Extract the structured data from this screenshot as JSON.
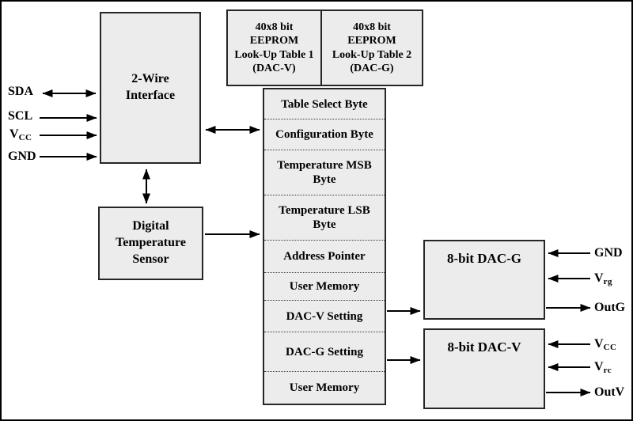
{
  "colors": {
    "frame": "#000000",
    "background": "#ffffff",
    "block_fill": "#ececec",
    "block_border": "#262626",
    "line": "#000000"
  },
  "blocks": {
    "two_wire_interface": "2-Wire\nInterface",
    "eeprom_lut1": "40x8 bit\nEEPROM\nLook-Up Table 1\n(DAC-V)",
    "eeprom_lut2": "40x8 bit\nEEPROM\nLook-Up Table 2\n(DAC-G)",
    "temperature_sensor": "Digital\nTemperature\nSensor",
    "dac_g": "8-bit DAC-G",
    "dac_v": "8-bit DAC-V"
  },
  "register_stack": {
    "rows": [
      "Table Select Byte",
      "Configuration Byte",
      "Temperature MSB Byte",
      "Temperature LSB Byte",
      "Address Pointer",
      "User Memory",
      "DAC-V Setting",
      "DAC-G Setting",
      "User Memory"
    ]
  },
  "left_pins": [
    {
      "base": "SDA",
      "sub": "",
      "direction": "bidirectional"
    },
    {
      "base": "SCL",
      "sub": "",
      "direction": "in"
    },
    {
      "base": "V",
      "sub": "CC",
      "direction": "in"
    },
    {
      "base": "GND",
      "sub": "",
      "direction": "in"
    }
  ],
  "dac_g_pins": [
    {
      "base": "GND",
      "sub": "",
      "direction": "in"
    },
    {
      "base": "V",
      "sub": "rg",
      "direction": "in"
    },
    {
      "base": "OutG",
      "sub": "",
      "direction": "out"
    }
  ],
  "dac_v_pins": [
    {
      "base": "V",
      "sub": "CC",
      "direction": "in"
    },
    {
      "base": "V",
      "sub": "rc",
      "direction": "in"
    },
    {
      "base": "OutV",
      "sub": "",
      "direction": "out"
    }
  ]
}
